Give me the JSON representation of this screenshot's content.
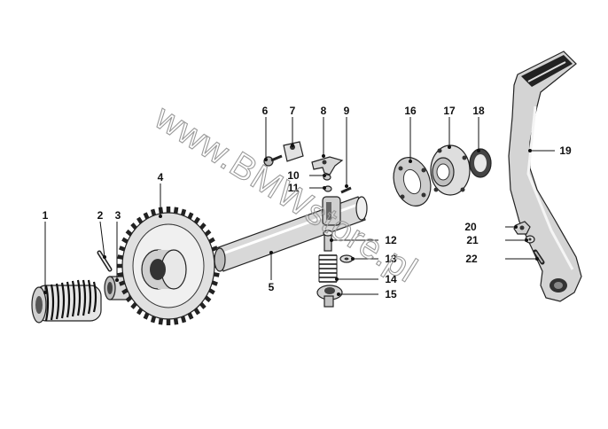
{
  "watermark": "www.BMWstore.pl",
  "callouts": [
    {
      "id": "1",
      "label": "1"
    },
    {
      "id": "2",
      "label": "2"
    },
    {
      "id": "3",
      "label": "3"
    },
    {
      "id": "4",
      "label": "4"
    },
    {
      "id": "5",
      "label": "5"
    },
    {
      "id": "6",
      "label": "6"
    },
    {
      "id": "7",
      "label": "7"
    },
    {
      "id": "8",
      "label": "8"
    },
    {
      "id": "9",
      "label": "9"
    },
    {
      "id": "10",
      "label": "10"
    },
    {
      "id": "11",
      "label": "11"
    },
    {
      "id": "12",
      "label": "12"
    },
    {
      "id": "13",
      "label": "13"
    },
    {
      "id": "14",
      "label": "14"
    },
    {
      "id": "15",
      "label": "15"
    },
    {
      "id": "16",
      "label": "16"
    },
    {
      "id": "17",
      "label": "17"
    },
    {
      "id": "18",
      "label": "18"
    },
    {
      "id": "19",
      "label": "19"
    },
    {
      "id": "20",
      "label": "20"
    },
    {
      "id": "21",
      "label": "21"
    },
    {
      "id": "22",
      "label": "22"
    }
  ]
}
